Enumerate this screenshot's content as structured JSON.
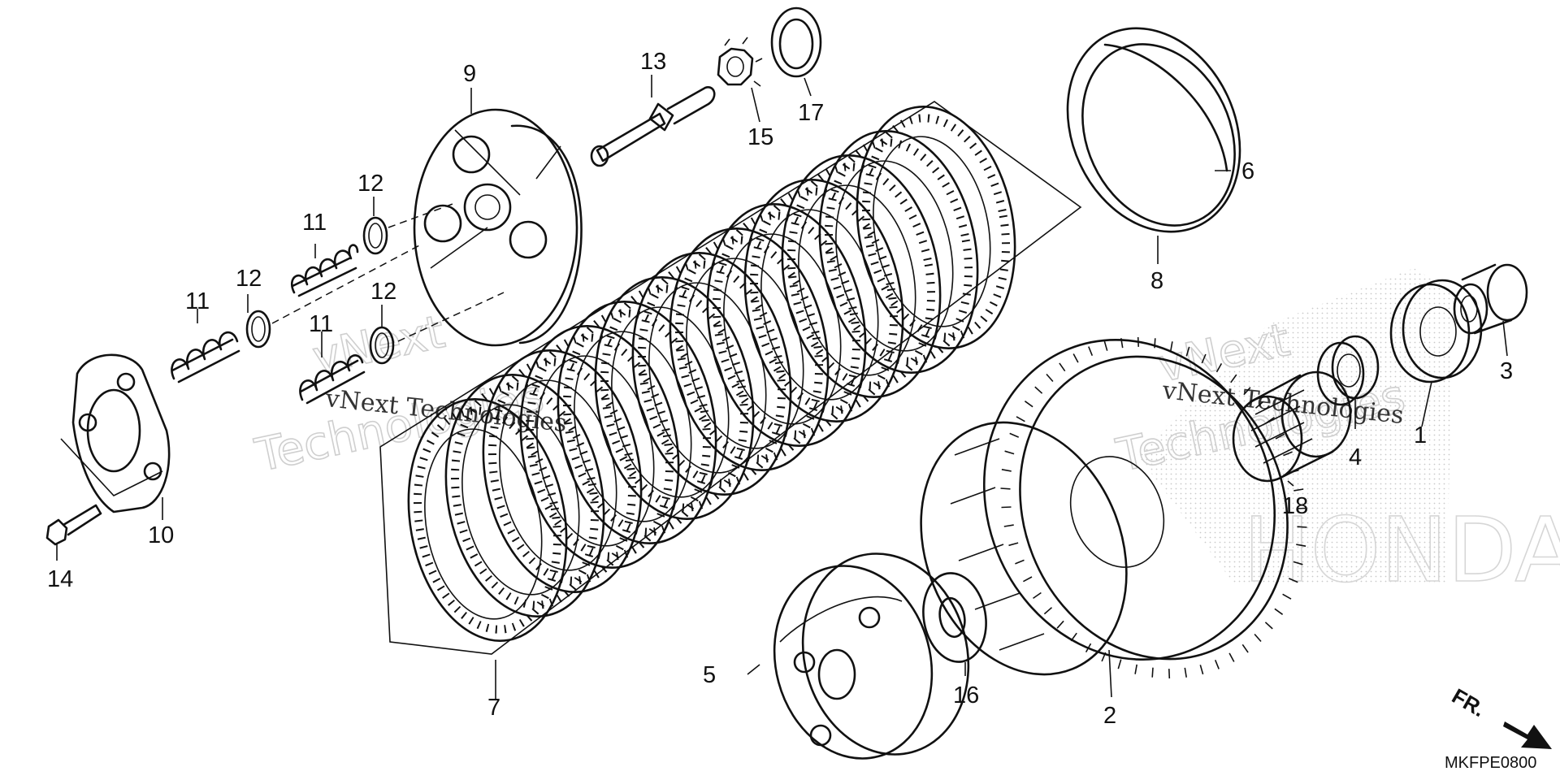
{
  "diagram_code": "MKFPE0800",
  "direction_marker": "FR.",
  "watermark": {
    "brand_short": "vNext",
    "brand_full": "vNext Technologies",
    "brand_tail": "Technologies",
    "oem_mark": "HONDA"
  },
  "callouts": {
    "c1": "1",
    "c2": "2",
    "c3": "3",
    "c4": "4",
    "c5": "5",
    "c6": "6",
    "c7": "7",
    "c8": "8",
    "c9": "9",
    "c10": "10",
    "c11a": "11",
    "c11b": "11",
    "c11c": "11",
    "c12a": "12",
    "c12b": "12",
    "c12c": "12",
    "c13": "13",
    "c14": "14",
    "c15": "15",
    "c16": "16",
    "c17": "17",
    "c18": "18"
  }
}
